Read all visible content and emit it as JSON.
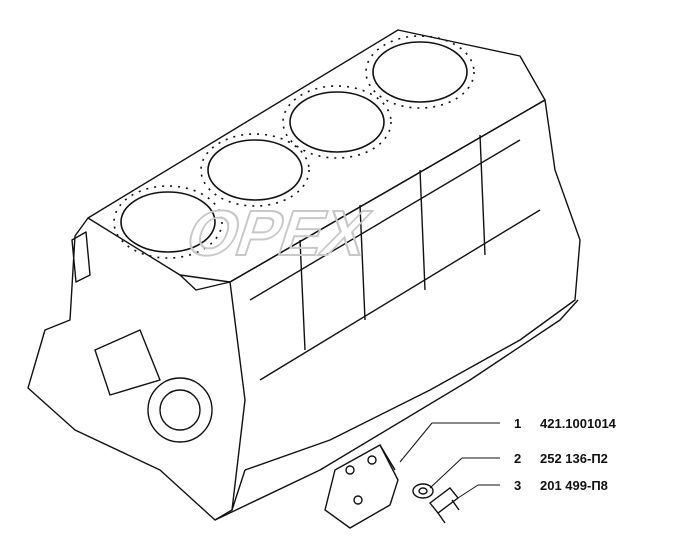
{
  "parts": [
    {
      "number": "1",
      "code": "421.1001014"
    },
    {
      "number": "2",
      "code": "252 136-П2"
    },
    {
      "number": "3",
      "code": "201 499-П8"
    }
  ],
  "watermark": {
    "text": "OPEX"
  },
  "colors": {
    "line": "#111111",
    "background": "#ffffff",
    "watermark": "#c8c8c8"
  }
}
